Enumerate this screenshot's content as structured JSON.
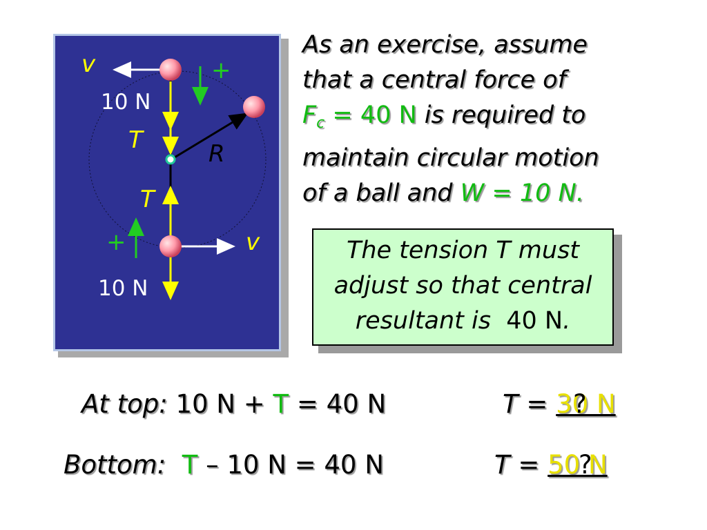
{
  "diagram": {
    "velocity_label_top": "v",
    "velocity_label_bottom": "v",
    "plus_top": "+",
    "plus_bottom": "+",
    "weight_top": "10 N",
    "weight_bottom": "10 N",
    "tension_top": "T",
    "tension_bottom": "T",
    "radius_label": "R"
  },
  "intro": {
    "line1": "As an exercise, assume",
    "line2": "that a central force of",
    "fc_symbol": "F",
    "fc_subscript": "c",
    "fc_equals": " = ",
    "fc_value": "40 N",
    "line3_rest": " is required to",
    "line4": "maintain circular motion",
    "line5_start": "of a ball and ",
    "w_text": "W = 10 N",
    "period": "."
  },
  "note": {
    "line1": "The tension T must",
    "line2": "adjust so that central",
    "line3_italic": "resultant is",
    "line3_value": "40 N",
    "line3_period": "."
  },
  "equations": {
    "top": {
      "label": "At top:",
      "left": " 10 N + ",
      "t": "T",
      "right": " = 40 N",
      "answer_prefix": "T = ",
      "answer_value": "30 N",
      "answer_question": "?"
    },
    "bottom": {
      "label": "Bottom:",
      "t": "T",
      "right": " – 10 N = 40 N",
      "answer_prefix": "T = ",
      "answer_value": "50 N",
      "answer_question": "?"
    }
  },
  "colors": {
    "panel": "#2e3193",
    "arrow": "#ffff00",
    "green_arrow": "#22cc22",
    "highlight_green": "#11bb11",
    "answer_yellow": "#e8e000",
    "note_bg": "#ccffcc"
  }
}
